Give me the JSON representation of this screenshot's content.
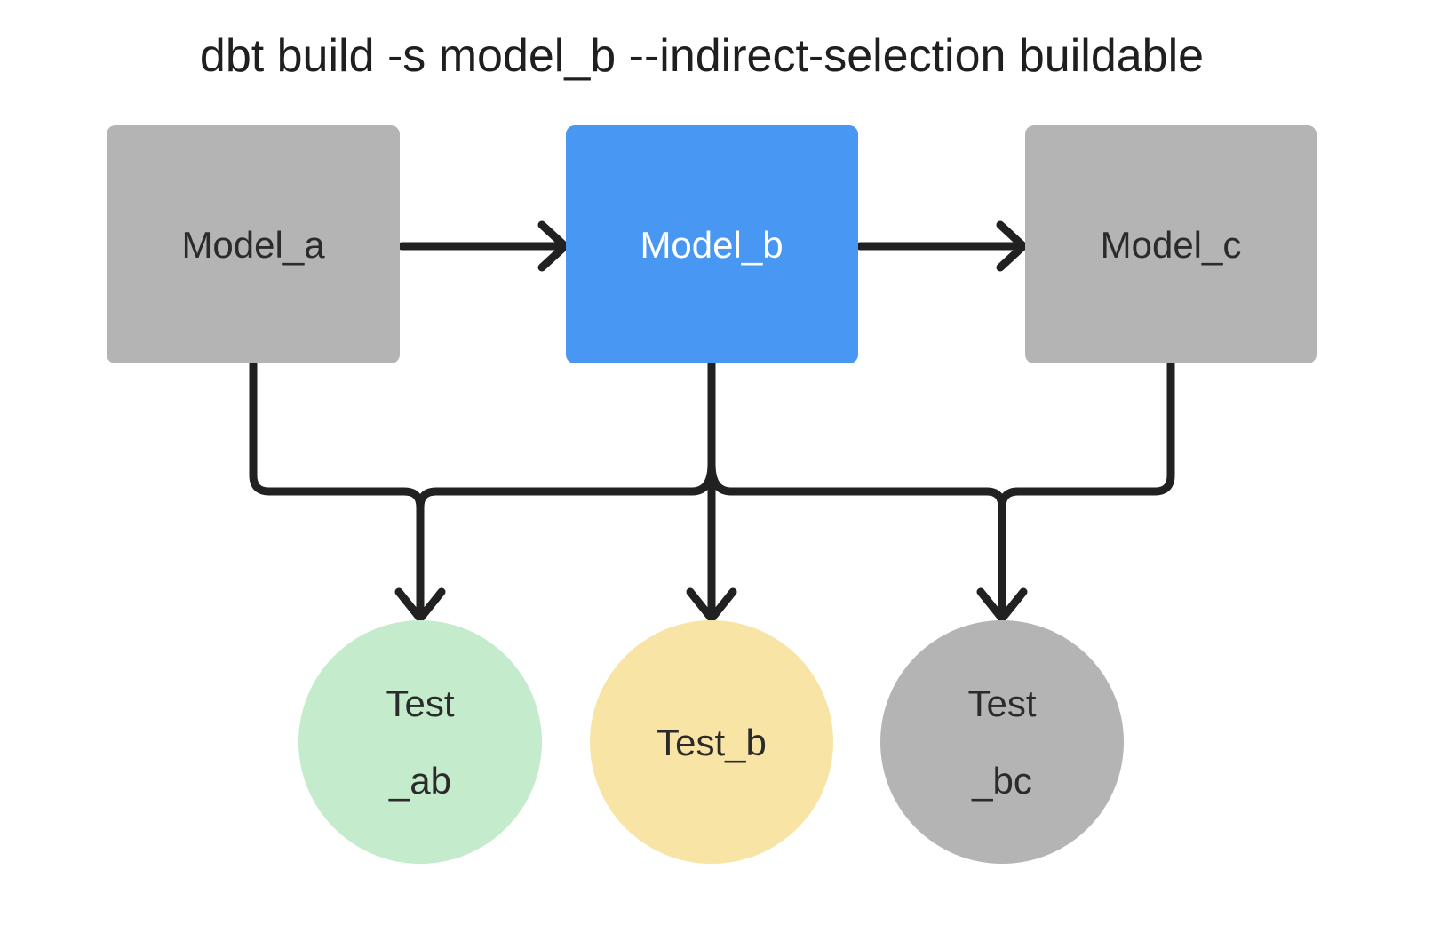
{
  "title": "dbt build -s model_b --indirect-selection buildable",
  "colors": {
    "background": "#ffffff",
    "model_gray": "#b5b4b4",
    "model_selected_blue": "#4797f3",
    "test_green": "#c4ebcc",
    "test_yellow": "#f8e5a5",
    "test_gray": "#b5b4b4",
    "edge_black": "#212121",
    "label_dark": "#2b2b2b",
    "label_light": "#ffffff"
  },
  "models": {
    "a": {
      "label": "Model_a"
    },
    "b": {
      "label": "Model_b"
    },
    "c": {
      "label": "Model_c"
    }
  },
  "tests": {
    "ab": {
      "line1": "Test",
      "line2": "_ab"
    },
    "b": {
      "line1": "Test_b"
    },
    "bc": {
      "line1": "Test",
      "line2": "_bc"
    }
  }
}
